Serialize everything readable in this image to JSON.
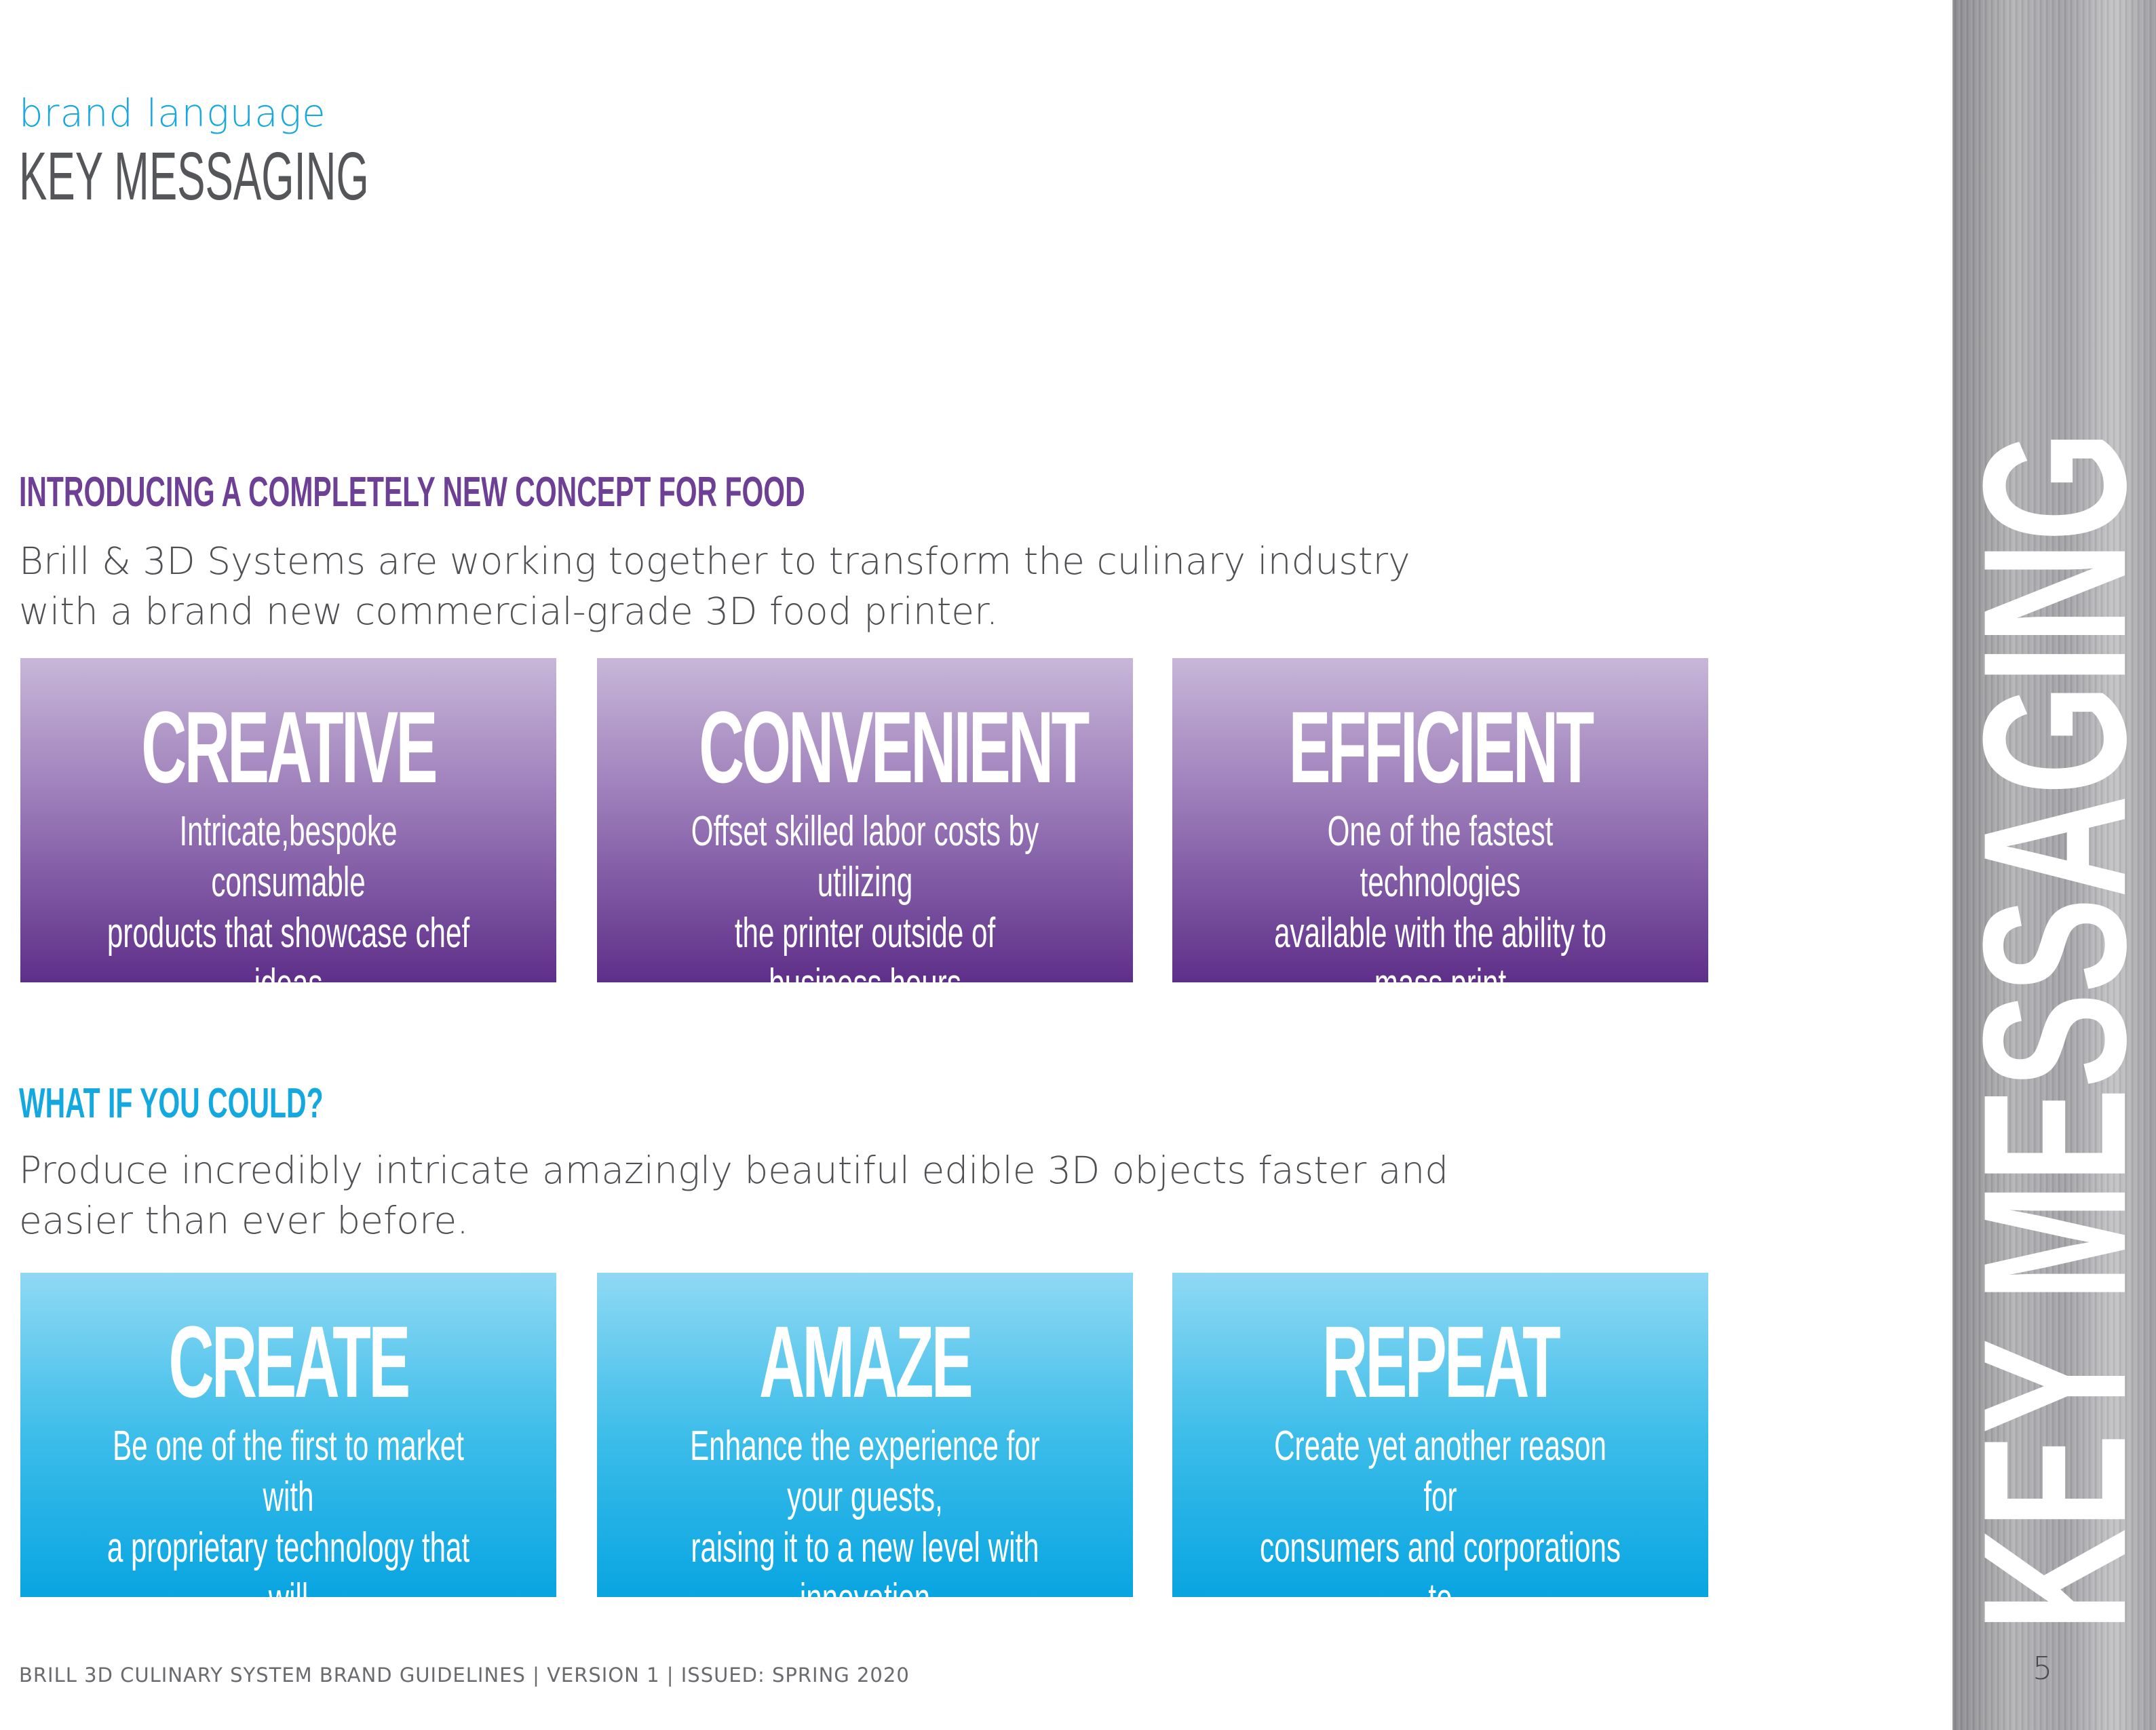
{
  "header": {
    "kicker": "brand language",
    "title": "KEY MESSAGING"
  },
  "sections": [
    {
      "heading": "INTRODUCING A COMPLETELY NEW CONCEPT FOR FOOD",
      "body": "Brill & 3D Systems are working together to transform the culinary industry with a brand new commercial-grade 3D food printer.",
      "color": "#6d3f95",
      "boxes": [
        {
          "title": "CREATIVE",
          "text": "Intricate,bespoke consumable\nproducts that showcase chef ideas\nand signture products"
        },
        {
          "title": "CONVENIENT",
          "text": "Offset skilled labor costs by utilizing\nthe printer outside of business hours\nwith minimal oversight"
        },
        {
          "title": "EFFICIENT",
          "text": "One of the fastest technologies\navailable with the ability to mass print\nsmaller pieces & statement pieces"
        }
      ]
    },
    {
      "heading": "WHAT IF YOU COULD?",
      "body": "Produce incredibly intricate amazingly beautiful edible 3D objects faster and easier than ever before.",
      "color": "#13a9e0",
      "boxes": [
        {
          "title": "CREATE",
          "text": "Be one of the first to market with\na proprietary technology that will\nrevolutionize food preparation"
        },
        {
          "title": "AMAZE",
          "text": "Enhance the experience for your guests,\nraising it to a new level with innovation\nthat is personalized & exciting"
        },
        {
          "title": "REPEAT",
          "text": "Create yet another reason for\nconsumers and corporations to\nbook their events with you"
        }
      ]
    }
  ],
  "footer": {
    "text": "BRILL 3D CULINARY SYSTEM BRAND GUIDELINES  |  VERSION 1  |  ISSUED: SPRING 2020",
    "page_number": "5"
  },
  "side_tab": {
    "label": "KEY MESSAGING"
  }
}
